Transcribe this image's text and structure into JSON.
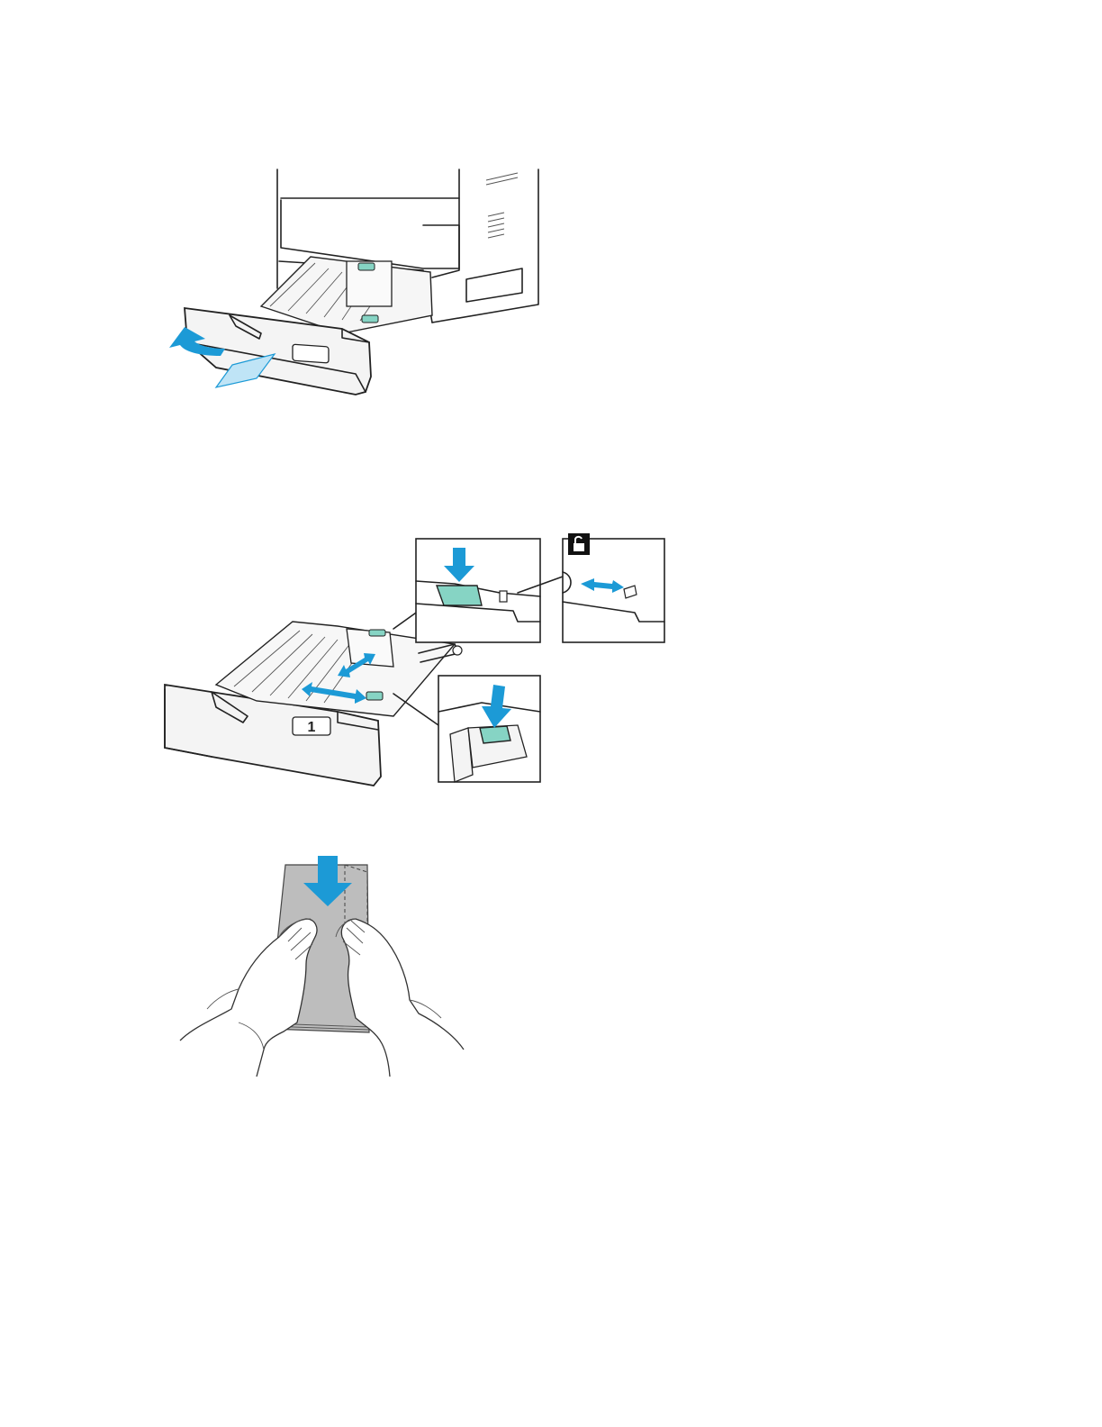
{
  "colors": {
    "accent": "#1c9ad6",
    "accent_light": "#bfe4f6",
    "latch": "#86d4c4",
    "line": "#222222",
    "paper_gray": "#bdbdbd",
    "tray_fill": "#f4f4f4"
  },
  "figures": [
    {
      "icon": "tray-pull-out-illustration"
    },
    {
      "icon": "paper-guide-adjust-illustration",
      "tray_number": "1",
      "callout_icon": "unlock-icon"
    },
    {
      "icon": "envelope-load-illustration"
    }
  ]
}
